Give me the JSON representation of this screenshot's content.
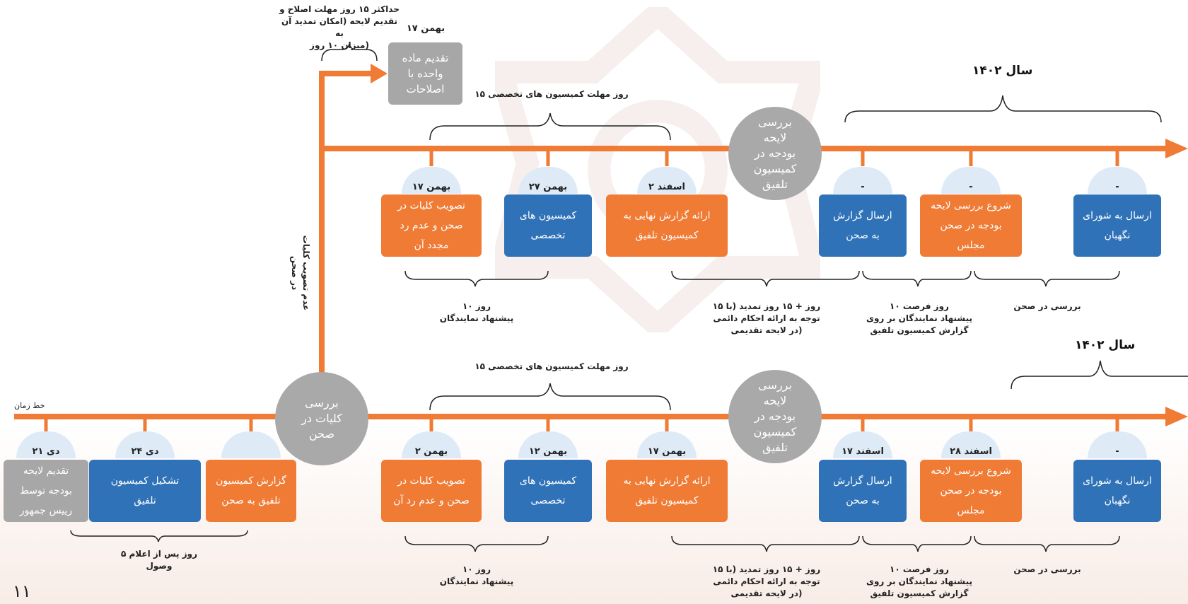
{
  "page_number": "۱۱",
  "timeline_label": "خط زمان",
  "vertical_note": "عدم تصویب کلیات\nدر صحن",
  "colors": {
    "orange": "#ef7b35",
    "blue": "#2f72b8",
    "gray": "#a7a7a7",
    "circle": "#a9a9a9",
    "dome": "#deebf7"
  },
  "top_row": {
    "year": "سال ۱۴۰۲",
    "amend_note": "حداکثر ۱۵ روز  مهلت اصلاح و\nتقدیم لایحه (امکان تمدید آن به\nمیزان ۱۰ روز)",
    "amend_date": "۱۷ بهمن",
    "amend_box": "تقدیم ماده\nواحده با\nاصلاحات",
    "committee_brace": "۱۵ روز مهلت کمیسیون های تخصصی",
    "circle": "بررسی\nلایحه\nبودجه در\nکمیسیون\nتلفیق",
    "steps": [
      {
        "date": "۱۷ بهمن",
        "label": "تصویب کلیات در\nصحن و عدم رد\nمجدد آن",
        "color": "orange"
      },
      {
        "date": "۲۷ بهمن",
        "label": "کمیسیون های\nتخصصی",
        "color": "blue"
      },
      {
        "date": "۲ اسفند",
        "label": "ارائه گزارش نهایی به\nکمیسیون تلفیق",
        "color": "orange"
      },
      {
        "date": "-",
        "label": "ارسال گزارش\nبه صحن",
        "color": "blue"
      },
      {
        "date": "-",
        "label": "شروع بررسی لایحه\nبودجه در صحن\nمجلس",
        "color": "orange"
      },
      {
        "date": "-",
        "label": "ارسال به شورای\nنگهبان",
        "color": "blue"
      }
    ],
    "notes": [
      "۱۰ روز\nپیشنهاد نمایندگان",
      "۱۵ روز + ۱۵ روز تمدید (با\nتوجه به ارائه احکام دائمی\nدر لایحه تقدیمی)",
      "۱۰ روز  فرصت\nپیشنهاد نمایندگان بر روی\nگزارش کمیسیون تلفیق",
      "بررسی در صحن"
    ]
  },
  "bottom_row": {
    "year": "سال ۱۴۰۲",
    "committee_brace": "۱۵ روز مهلت کمیسیون های تخصصی",
    "circle_general": "بررسی\nکلیات در\nصحن",
    "circle": "بررسی\nلایحه\nبودجه در\nکمیسیون\nتلفیق",
    "pre_steps": [
      {
        "date": "۲۱ دی",
        "label": "تقدیم لایحه\nبودجه توسط\nرییس جمهور",
        "color": "gray"
      },
      {
        "date": "۲۴ دی",
        "label": "تشکیل کمیسیون\nتلفیق",
        "color": "blue"
      },
      {
        "date": "",
        "label": "گزارش کمیسیون\nتلفیق به صحن",
        "color": "orange"
      }
    ],
    "pre_note": "۵ روز پس از اعلام\nوصول",
    "steps": [
      {
        "date": "۲ بهمن",
        "label": "تصویب کلیات در\nصحن و عدم رد آن",
        "color": "orange"
      },
      {
        "date": "۱۲ بهمن",
        "label": "کمیسیون های\nتخصصی",
        "color": "blue"
      },
      {
        "date": "۱۷ بهمن",
        "label": "ارائه گزارش نهایی به\nکمیسیون تلفیق",
        "color": "orange"
      },
      {
        "date": "۱۷ اسفند",
        "label": "ارسال گزارش\nبه صحن",
        "color": "blue"
      },
      {
        "date": "۲۸ اسفند",
        "label": "شروع بررسی لایحه\nبودجه در صحن\nمجلس",
        "color": "orange"
      },
      {
        "date": "-",
        "label": "ارسال به شورای\nنگهبان",
        "color": "blue"
      }
    ],
    "notes": [
      "۱۰ روز\nپیشنهاد نمایندگان",
      "۱۵ روز + ۱۵ روز تمدید (با\nتوجه به ارائه احکام دائمی\nدر لایحه تقدیمی)",
      "۱۰ روز  فرصت\nپیشنهاد نمایندگان بر روی\nگزارش کمیسیون تلفیق",
      "بررسی در صحن"
    ]
  }
}
